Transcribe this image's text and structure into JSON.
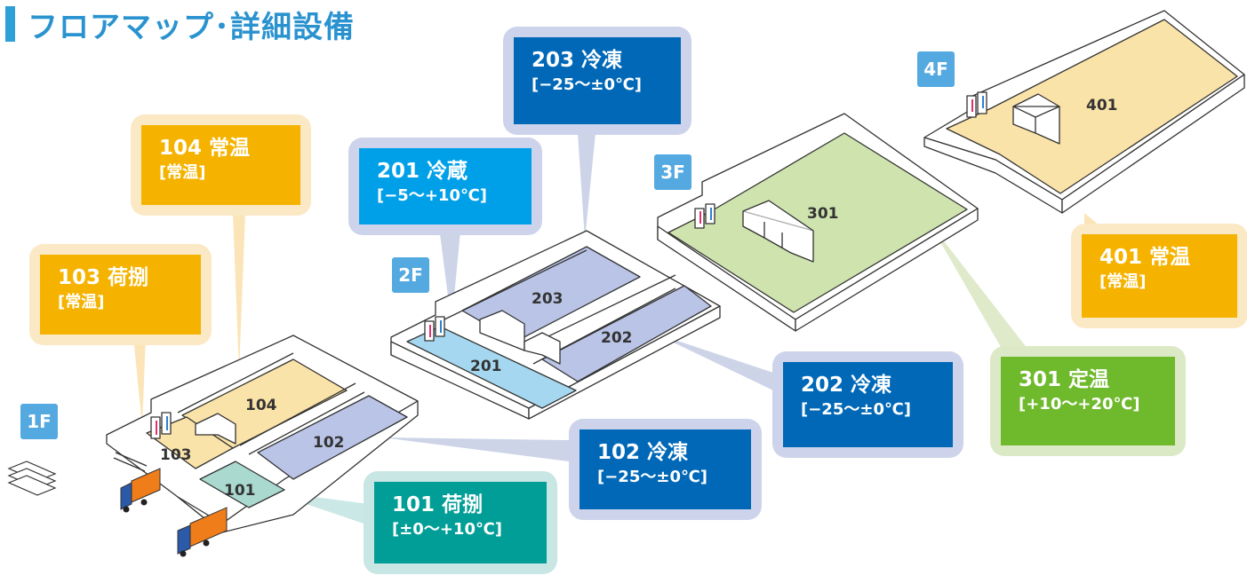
{
  "title": "フロアマップ･詳細設備",
  "floors": {
    "f1": "1F",
    "f2": "2F",
    "f3": "3F",
    "f4": "4F"
  },
  "rooms": {
    "r101": "101",
    "r102": "102",
    "r103": "103",
    "r104": "104",
    "r201": "201",
    "r202": "202",
    "r203": "203",
    "r301": "301",
    "r401": "401"
  },
  "callouts": {
    "c101": {
      "name": "101 荷捌",
      "temp": "[±0〜+10℃]"
    },
    "c102": {
      "name": "102 冷凍",
      "temp": "[−25〜±0℃]"
    },
    "c103": {
      "name": "103 荷捌",
      "temp": "[常温]"
    },
    "c104": {
      "name": "104 常温",
      "temp": "[常温]"
    },
    "c201": {
      "name": "201 冷蔵",
      "temp": "[−5〜+10℃]"
    },
    "c202": {
      "name": "202 冷凍",
      "temp": "[−25〜±0℃]"
    },
    "c203": {
      "name": "203 冷凍",
      "temp": "[−25〜±0℃]"
    },
    "c301": {
      "name": "301 定温",
      "temp": "[+10〜+20℃]"
    },
    "c401": {
      "name": "401 常温",
      "temp": "[常温]"
    }
  },
  "colors": {
    "ambient": "#f5b300",
    "freezer": "#0068b7",
    "chilled": "#00a0e9",
    "handling": "#009e96",
    "constant": "#6fb92c",
    "floor_ambient": "#fae3a8",
    "floor_freezer": "#b9c4e6",
    "floor_chilled": "#a5d8f0",
    "floor_handling": "#a9d9cf",
    "floor_constant": "#cfe3ae"
  }
}
